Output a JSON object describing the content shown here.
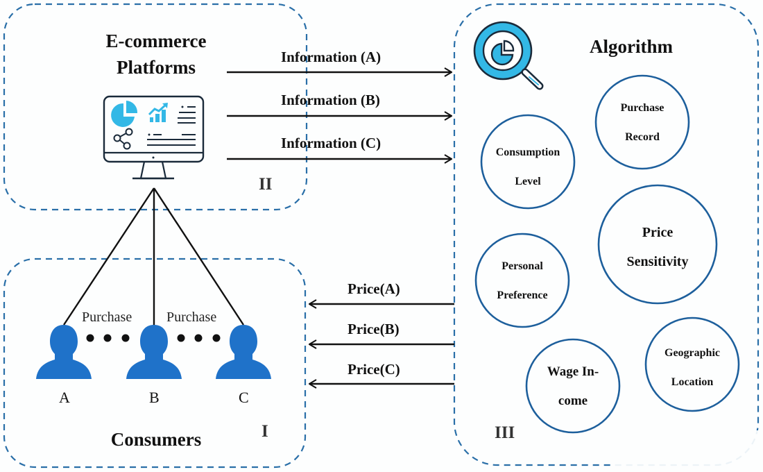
{
  "colors": {
    "dashed_border": "#2a6fa8",
    "person_fill": "#1f72c9",
    "icon_cyan": "#33b8e6",
    "circle_stroke": "#1d5f9c",
    "icon_outline": "#1a2a3a"
  },
  "platforms": {
    "title_line1": "E-commerce",
    "title_line2": "Platforms",
    "section_number": "II",
    "icon": "monitor-dashboard-icon"
  },
  "algorithm": {
    "title": "Algorithm",
    "section_number": "III",
    "icon": "magnifier-pie-chart-icon",
    "factors": [
      {
        "id": "purchase-record",
        "line1": "Purchase",
        "line2": "Record"
      },
      {
        "id": "consumption-level",
        "line1": "Consumption",
        "line2": "Level"
      },
      {
        "id": "price-sensitivity",
        "line1": "Price",
        "line2": "Sensitivity"
      },
      {
        "id": "personal-preference",
        "line1": "Personal",
        "line2": "Preference"
      },
      {
        "id": "geographic-location",
        "line1": "Geographic",
        "line2": "Location"
      },
      {
        "id": "wage-income",
        "line1": "Wage In-",
        "line2": "come"
      }
    ]
  },
  "consumers": {
    "title": "Consumers",
    "section_number": "I",
    "people": [
      "A",
      "B",
      "C"
    ],
    "purchase_labels": [
      "Purchase",
      "Purchase"
    ],
    "icon": "person-icon"
  },
  "flows": {
    "information": [
      "Information (A)",
      "Information (B)",
      "Information (C)"
    ],
    "prices": [
      "Price(A)",
      "Price(B)",
      "Price(C)"
    ]
  }
}
